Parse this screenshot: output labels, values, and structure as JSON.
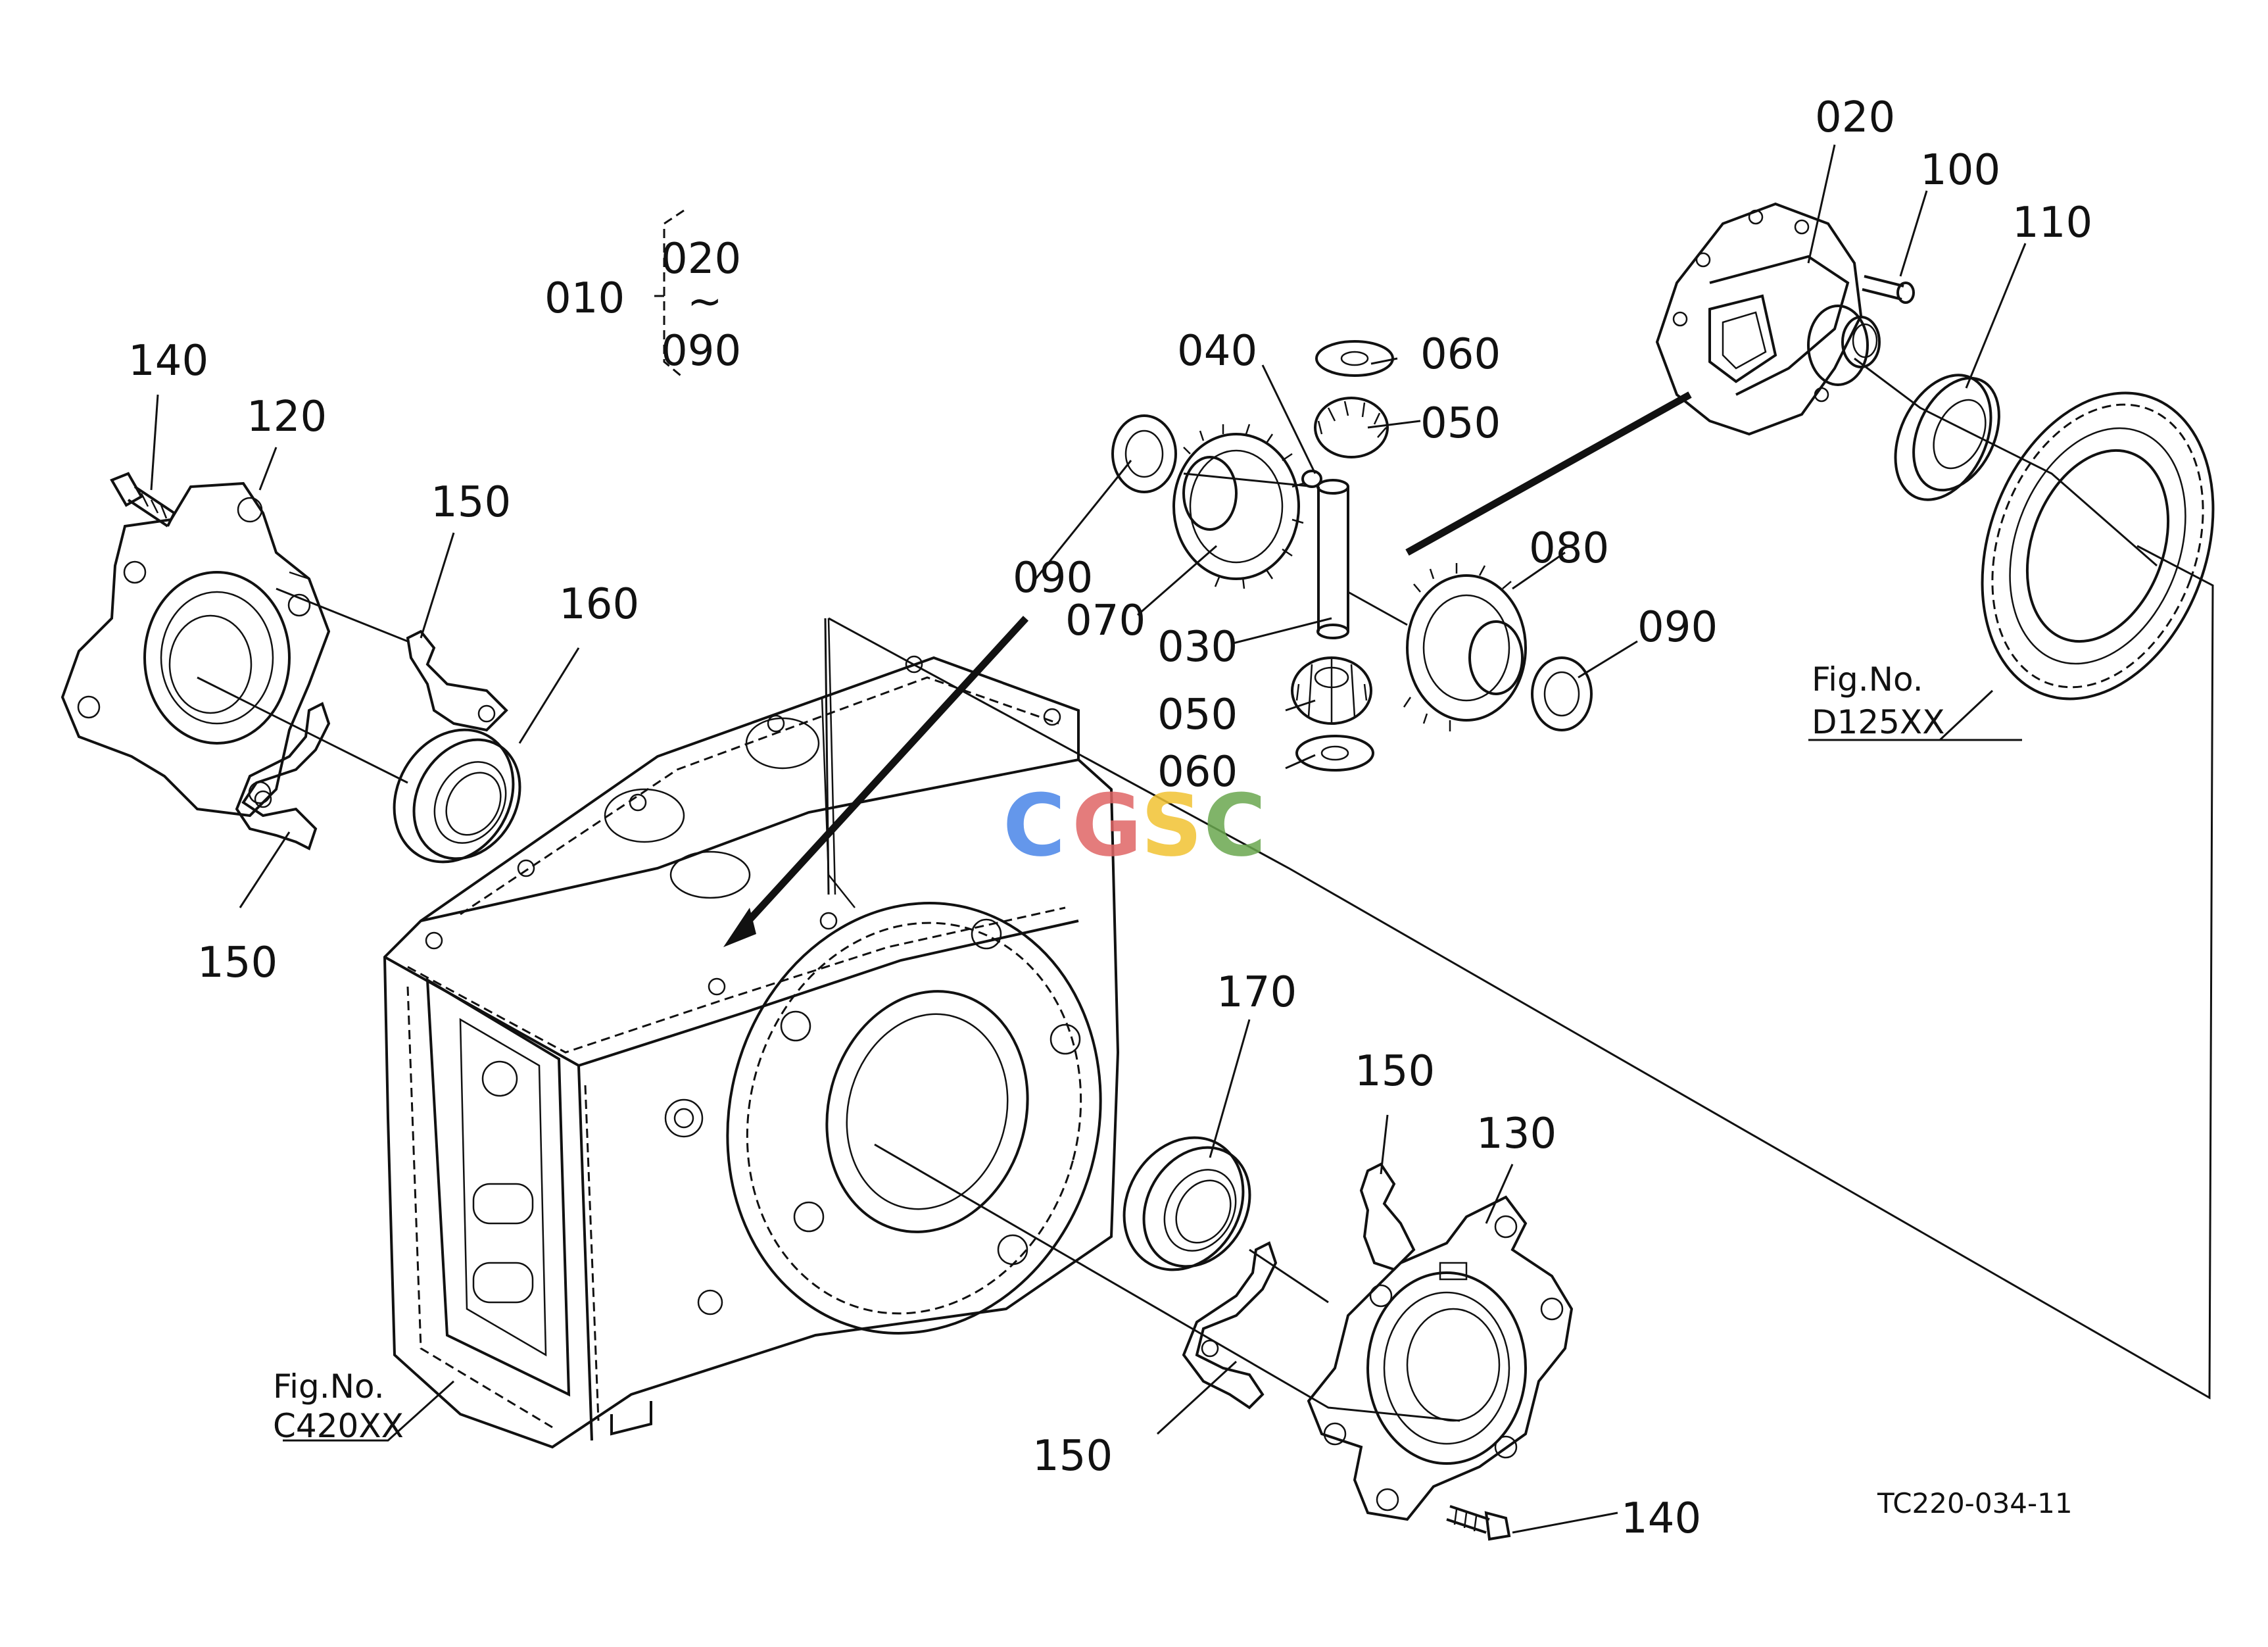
{
  "diagram": {
    "callouts": [
      "010",
      "020",
      "030",
      "040",
      "050",
      "060",
      "070",
      "080",
      "090",
      "100",
      "110",
      "120",
      "130",
      "140",
      "150",
      "160",
      "170"
    ],
    "range_group": {
      "parent": "010",
      "from": "020",
      "tilde": "~",
      "to": "090"
    },
    "figure_refs": [
      {
        "label": "Fig.No.",
        "code": "C420XX"
      },
      {
        "label": "Fig.No.",
        "code": "D125XX"
      }
    ],
    "drawing_code": "TC220-034-11",
    "watermark": {
      "letters": [
        "C",
        "G",
        "S",
        "C"
      ],
      "colors": [
        "#4A86E8",
        "#E06666",
        "#F1C232",
        "#6AA84F"
      ]
    }
  }
}
